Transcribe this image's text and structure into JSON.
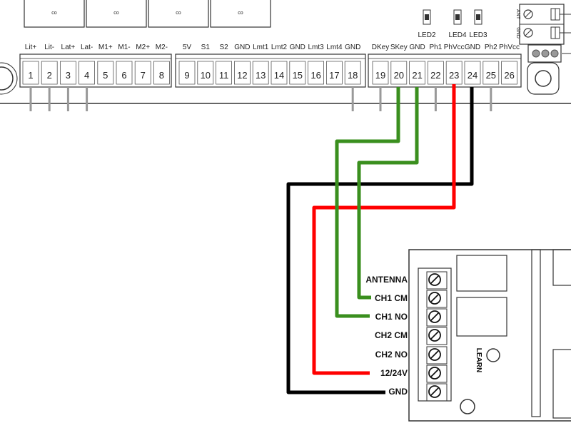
{
  "controller": {
    "top_block_labels": [
      "co",
      "co",
      "co",
      "co"
    ],
    "terminal_labels": [
      "Lit+",
      "Lit-",
      "Lat+",
      "Lat-",
      "M1+",
      "M1-",
      "M2+",
      "M2-",
      "5V",
      "S1",
      "S2",
      "GND",
      "Lmt1",
      "Lmt2",
      "GND",
      "Lmt3",
      "Lmt4",
      "GND",
      "DKey",
      "SKey",
      "GND",
      "Ph1",
      "PhVcc",
      "GND",
      "Ph2",
      "PhVcc"
    ],
    "terminal_numbers": [
      "1",
      "2",
      "3",
      "4",
      "5",
      "6",
      "7",
      "8",
      "9",
      "10",
      "11",
      "12",
      "13",
      "14",
      "15",
      "16",
      "17",
      "18",
      "19",
      "20",
      "21",
      "22",
      "23",
      "24",
      "25",
      "26"
    ],
    "leds": [
      "LED2",
      "LED4",
      "LED3"
    ],
    "antenna_block_labels": [
      "ANT",
      "GND"
    ]
  },
  "receiver": {
    "terminals": [
      "ANTENNA",
      "CH1 CM",
      "CH1 NO",
      "CH2 CM",
      "CH2 NO",
      "12/24V",
      "GND"
    ],
    "learn_label": "LEARN"
  },
  "wires": [
    {
      "from_terminal": "20",
      "to": "CH1 NO",
      "color": "#3a8f1e"
    },
    {
      "from_terminal": "21",
      "to": "CH1 CM",
      "color": "#3a8f1e"
    },
    {
      "from_terminal": "23",
      "to": "12/24V",
      "color": "#ff0000"
    },
    {
      "from_terminal": "24",
      "to": "GND",
      "color": "#000000"
    }
  ],
  "colors": {
    "green_wire": "#3a8f1e",
    "red_wire": "#ff0000",
    "black_wire": "#000000",
    "outline": "#333333"
  }
}
